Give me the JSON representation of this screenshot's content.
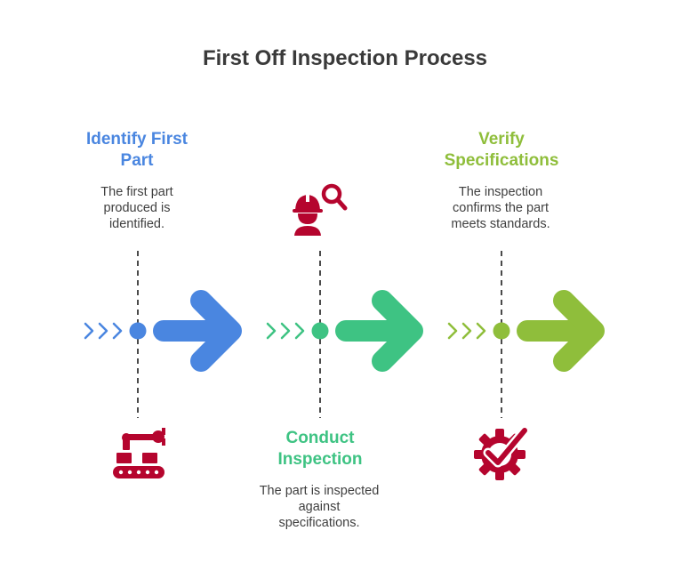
{
  "title": "First Off Inspection Process",
  "colors": {
    "blue": "#4a86e0",
    "green": "#3ec383",
    "lime": "#8fbe3b",
    "icon_red": "#b5052e",
    "dash": "#4a4a4a"
  },
  "steps": [
    {
      "title_line1": "Identify First",
      "title_line2": "Part",
      "desc_line1": "The first part",
      "desc_line2": "produced is",
      "desc_line3": "identified.",
      "icon": "robot-arm-conveyor-icon"
    },
    {
      "title_line1": "Conduct",
      "title_line2": "Inspection",
      "desc_line1": "The part is inspected",
      "desc_line2": "against",
      "desc_line3": "specifications.",
      "icon": "inspector-magnifier-icon"
    },
    {
      "title_line1": "Verify",
      "title_line2": "Specifications",
      "desc_line1": "The inspection",
      "desc_line2": "confirms the part",
      "desc_line3": "meets standards.",
      "icon": "gear-checkmark-icon"
    }
  ]
}
